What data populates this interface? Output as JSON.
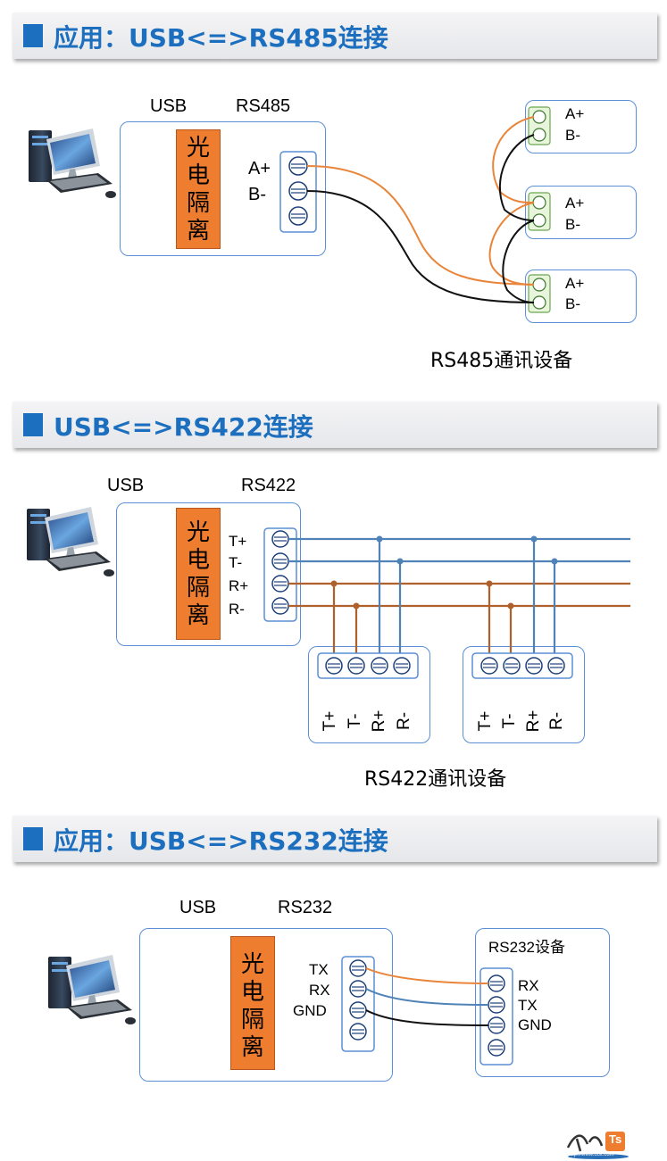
{
  "sections": [
    {
      "title": "应用：USB<=>RS485连接",
      "usb": "USB",
      "port": "RS485",
      "iso": [
        "光",
        "电",
        "隔",
        "离"
      ],
      "pins": [
        "A+",
        "B-"
      ],
      "device_pins": [
        "A+",
        "B-"
      ],
      "caption": "RS485通讯设备"
    },
    {
      "title": "USB<=>RS422连接",
      "usb": "USB",
      "port": "RS422",
      "iso": [
        "光",
        "电",
        "隔",
        "离"
      ],
      "pins": [
        "T+",
        "T-",
        "R+",
        "R-"
      ],
      "device_pins": [
        "T+",
        "T-",
        "R+",
        "R-"
      ],
      "caption": "RS422通讯设备"
    },
    {
      "title": "应用：USB<=>RS232连接",
      "usb": "USB",
      "port": "RS232",
      "iso": [
        "光",
        "电",
        "隔",
        "离"
      ],
      "pins": [
        "TX",
        "RX",
        "GND"
      ],
      "device_title": "RS232设备",
      "device_pins": [
        "RX",
        "TX",
        "GND"
      ]
    }
  ],
  "logo": {
    "text": "Ts",
    "url": "http://www.tsst.com"
  },
  "colors": {
    "accent": "#1c6fbf",
    "iso": "#ef7d2f",
    "wire_orange": "#e8853a",
    "wire_black": "#111111",
    "wire_blue": "#4f83b8",
    "wire_brown": "#b0602a"
  }
}
